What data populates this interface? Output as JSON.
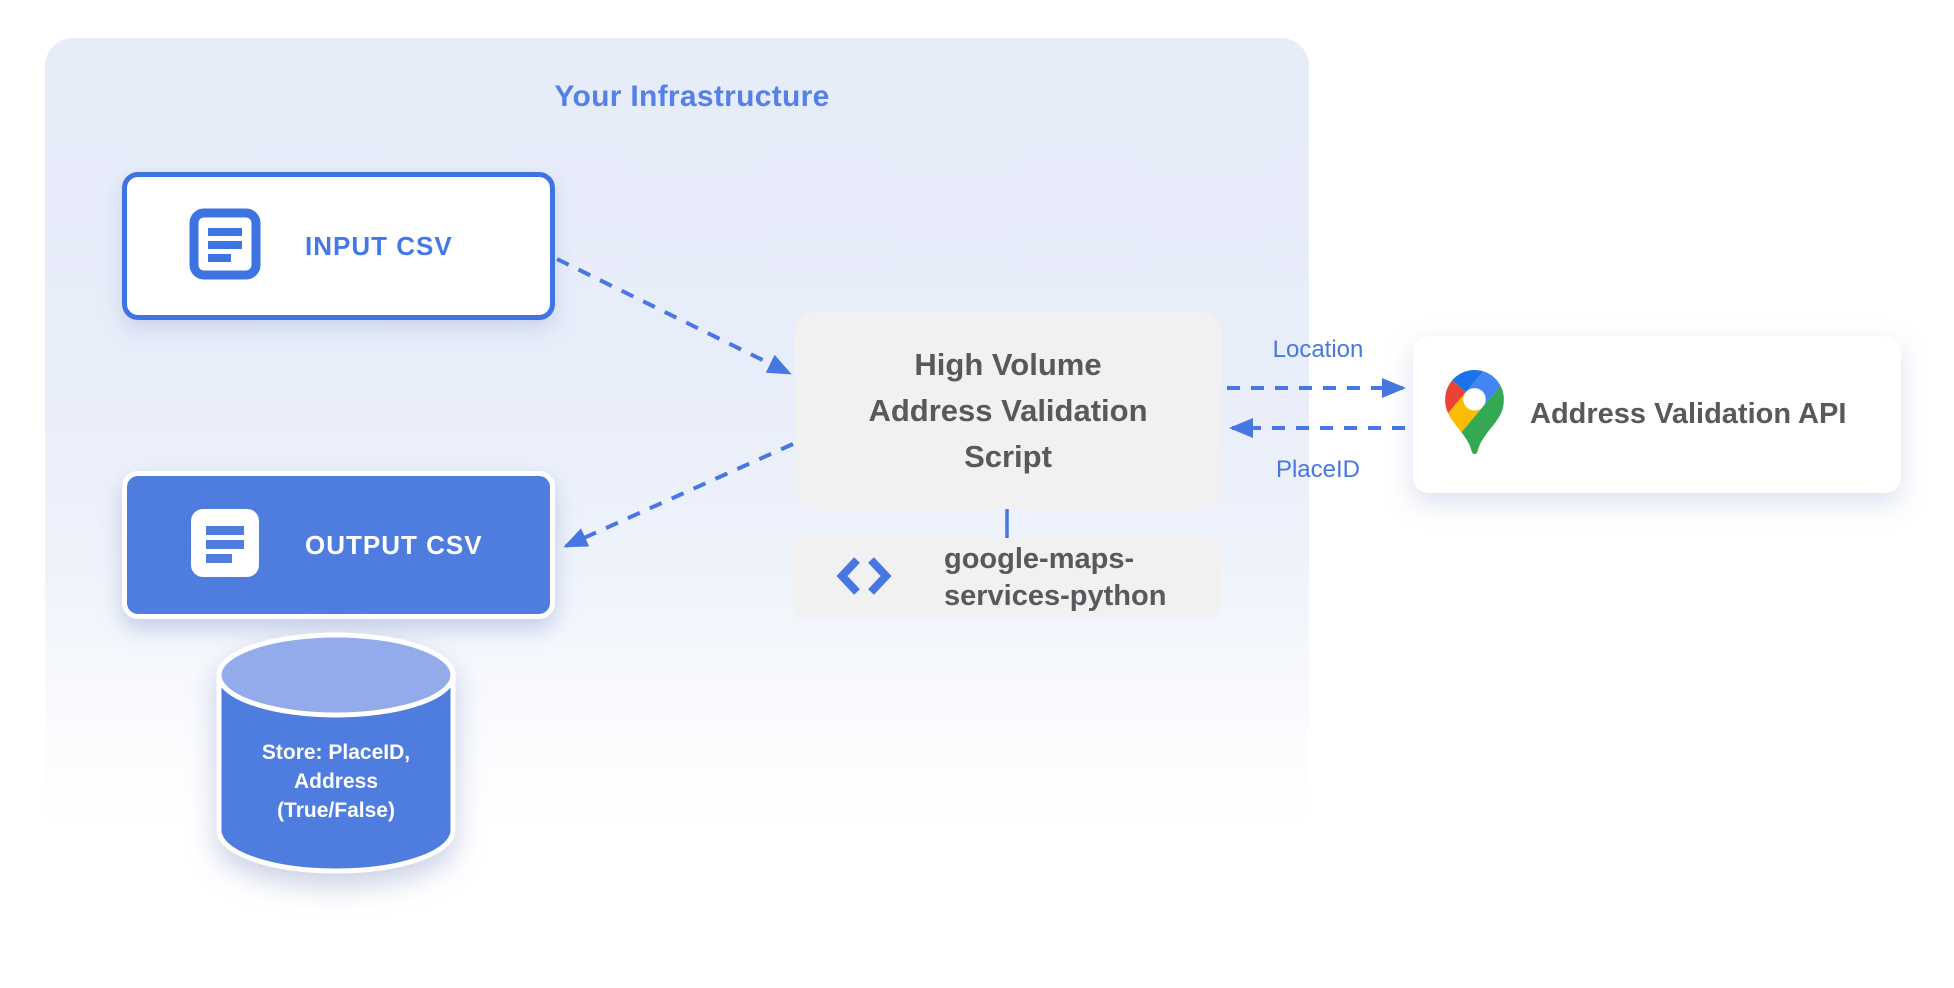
{
  "infrastructure": {
    "title": "Your Infrastructure"
  },
  "nodes": {
    "input_csv": {
      "label": "INPUT CSV"
    },
    "output_csv": {
      "label": "OUTPUT CSV"
    },
    "datastore": {
      "label": "Store: PlaceID,\nAddress\n(True/False)"
    },
    "script": {
      "label": "High Volume\nAddress Validation\nScript"
    },
    "library": {
      "label": "google-maps-\nservices-python"
    },
    "api": {
      "label": "Address Validation API"
    }
  },
  "edges": {
    "input_to_script": {
      "from": "input_csv",
      "to": "script",
      "label": ""
    },
    "script_to_output": {
      "from": "script",
      "to": "output_csv",
      "label": ""
    },
    "script_to_api": {
      "from": "script",
      "to": "api",
      "label": "Location"
    },
    "api_to_script": {
      "from": "api",
      "to": "script",
      "label": "PlaceID"
    },
    "script_to_library": {
      "from": "script",
      "to": "library",
      "label": ""
    }
  },
  "icons": {
    "input_document_icon": "document-icon",
    "output_document_icon": "document-icon",
    "code_icon": "code-brackets-icon",
    "maps_pin_icon": "google-maps-pin-icon"
  },
  "colors": {
    "accent_blue": "#4677E2",
    "node_fill_blue": "#4E7CDF",
    "node_border_blue": "#3D74E2",
    "blue_text": "#4478E8",
    "title_blue": "#5580E8",
    "cylinder_top_blue": "#93ABEB",
    "gray_box": "#F1F1F2",
    "gray_text": "#58595C",
    "container_tint": "#E7ECF9",
    "pin_blue_dark": "#1A73E8",
    "pin_blue": "#4285F4",
    "pin_red": "#EA4335",
    "pin_yellow": "#FBBC04",
    "pin_green": "#34A853"
  }
}
